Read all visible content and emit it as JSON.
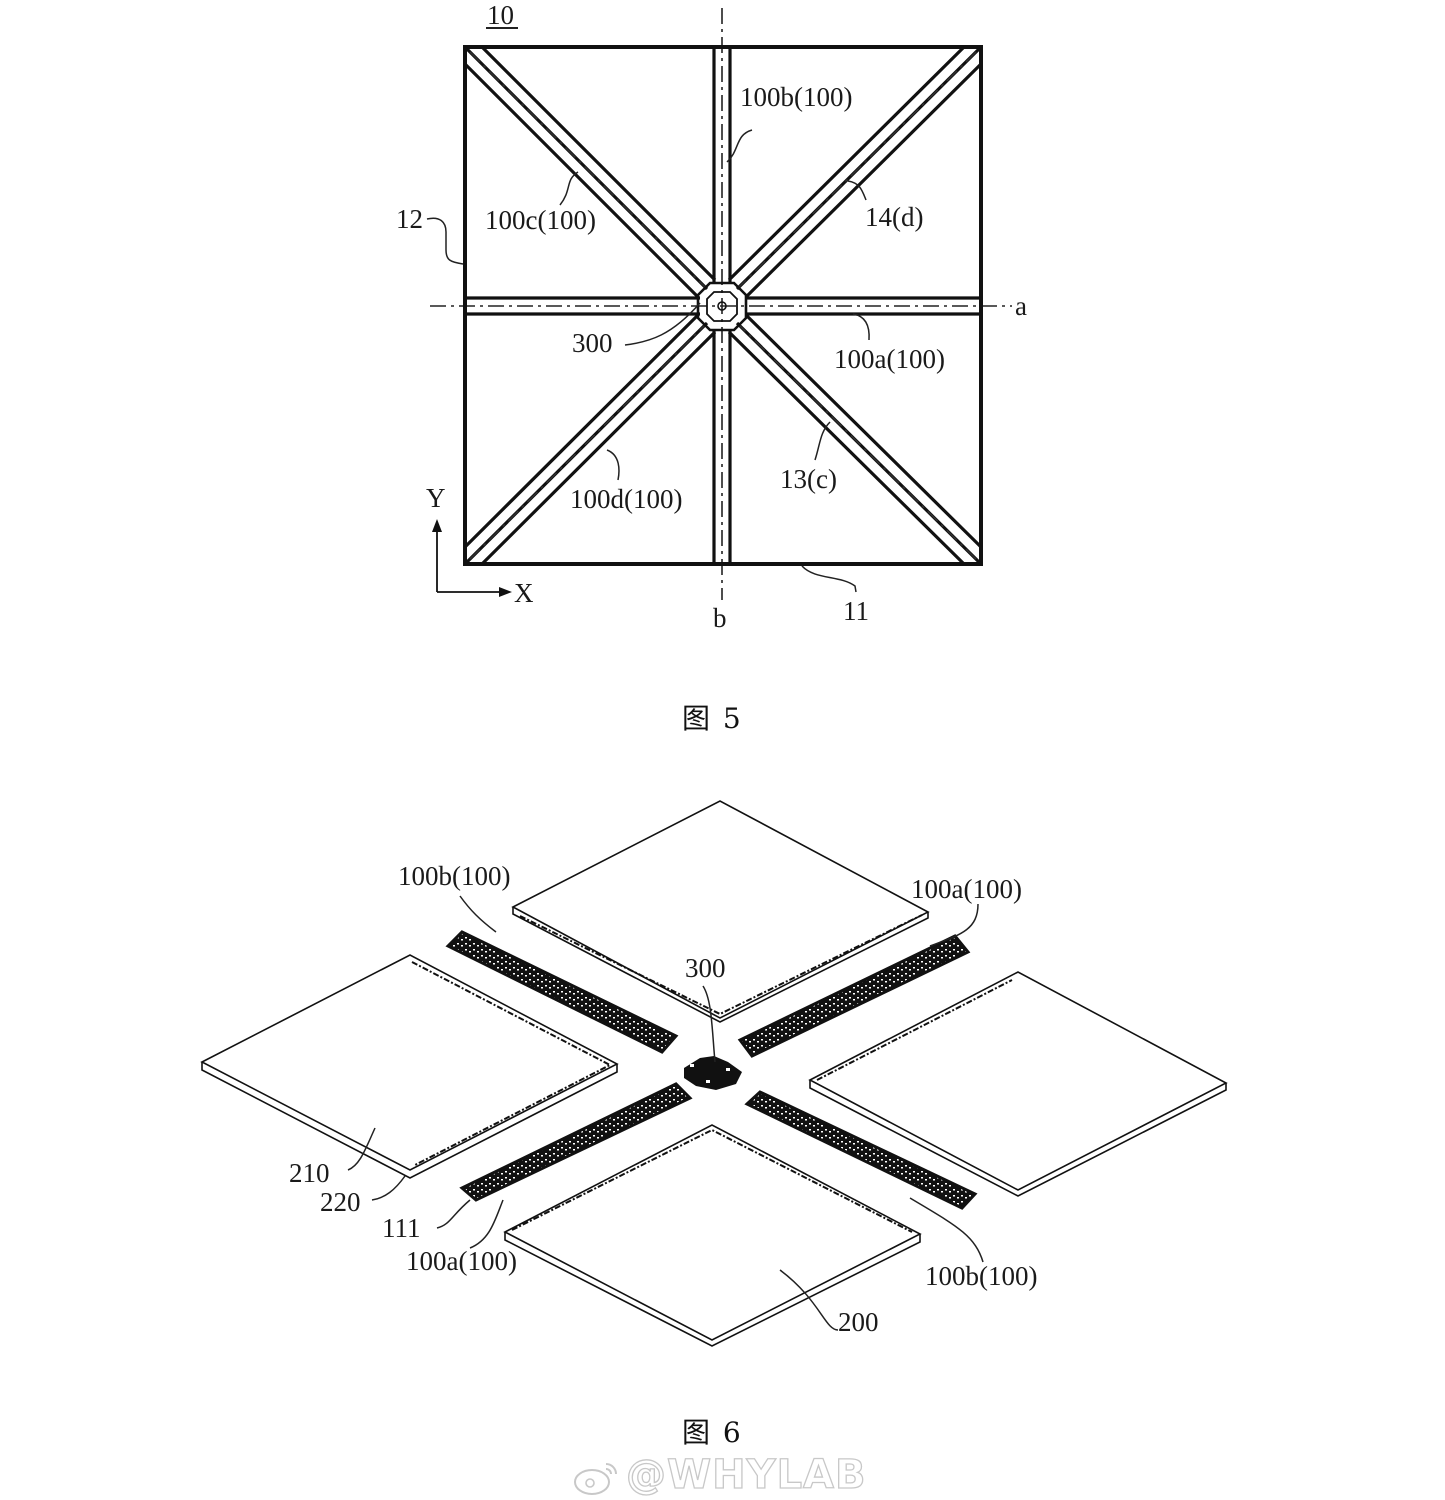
{
  "figure5": {
    "id_label": "10",
    "caption": "图 5",
    "labels": {
      "b_top": "100b(100)",
      "c": "100c(100)",
      "d14": "14(d)",
      "side12": "12",
      "axis_a": "a",
      "center300": "300",
      "a_right": "100a(100)",
      "c13": "13(c)",
      "d_bottom": "100d(100)",
      "axis_b": "b",
      "side11": "11",
      "axis_x": "X",
      "axis_y": "Y"
    }
  },
  "figure6": {
    "caption": "图 6",
    "labels": {
      "b_topleft": "100b(100)",
      "a_topright": "100a(100)",
      "center300": "300",
      "l210": "210",
      "l220": "220",
      "l111": "111",
      "a_bottomleft": "100a(100)",
      "b_bottomright": "100b(100)",
      "l200": "200"
    }
  },
  "watermark": {
    "text": "@WHYLAB",
    "icon": "weibo-icon"
  }
}
